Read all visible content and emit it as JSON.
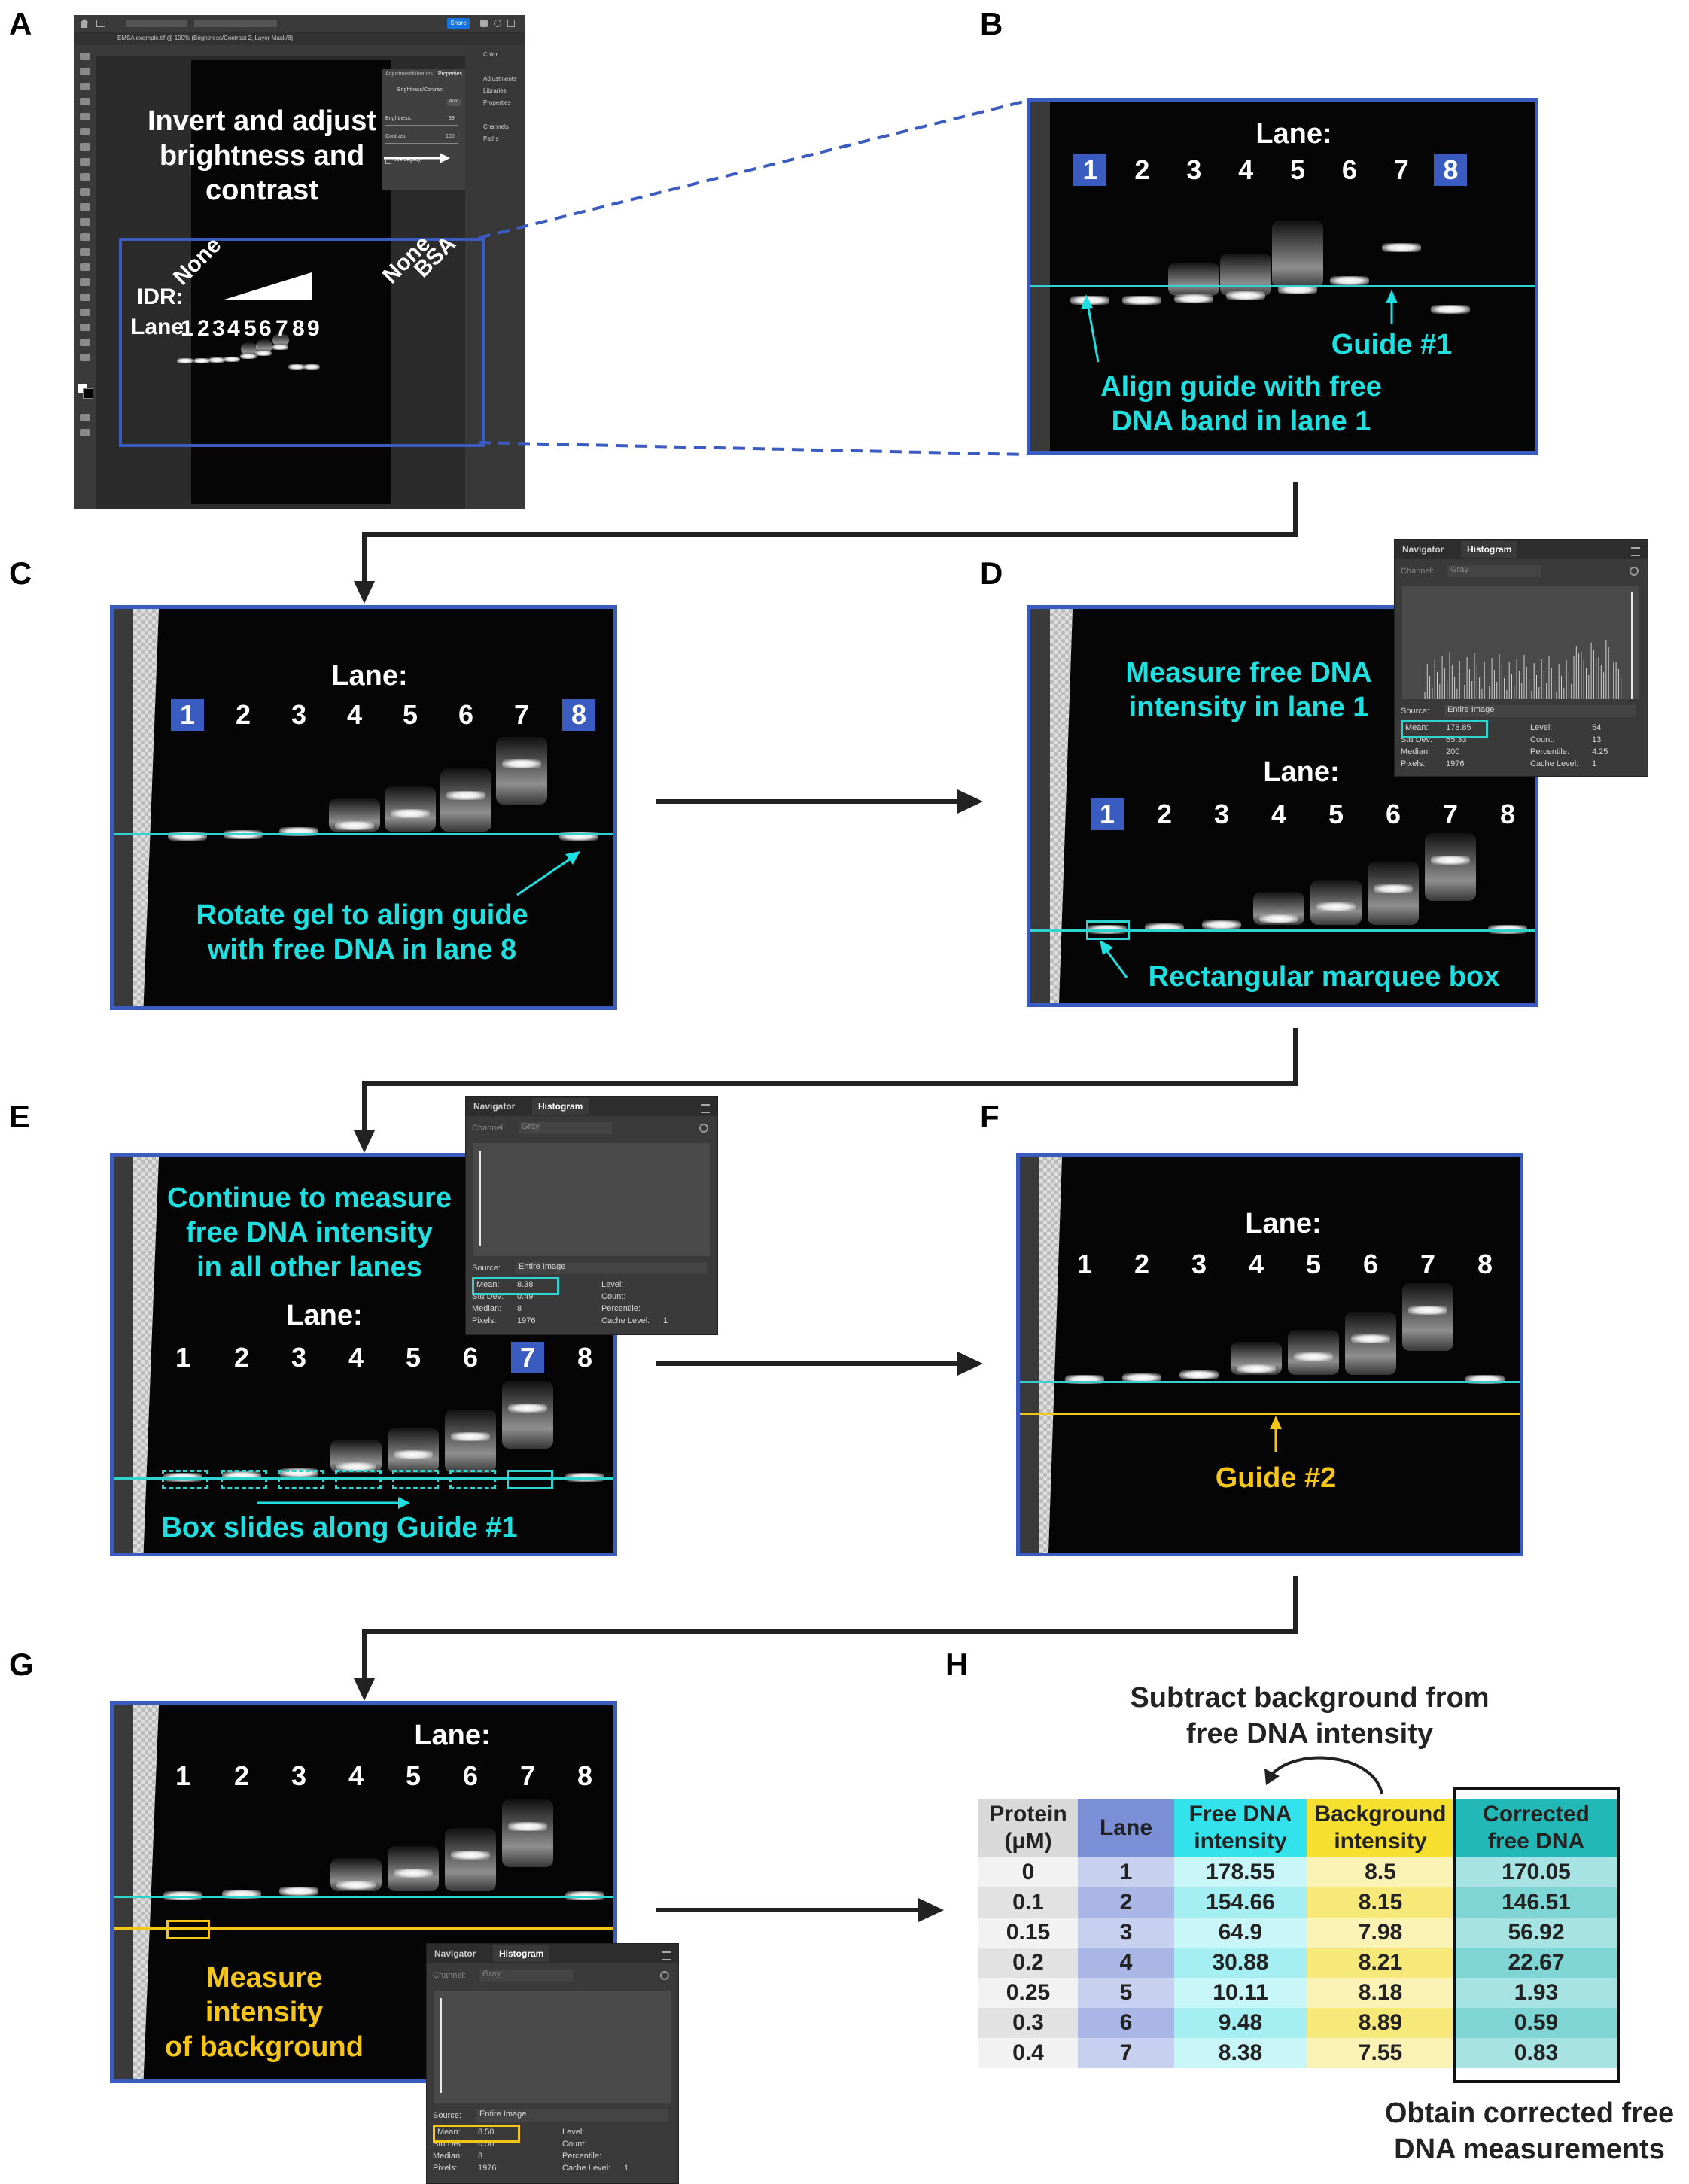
{
  "panel_labels": [
    "A",
    "B",
    "C",
    "D",
    "E",
    "F",
    "G",
    "H"
  ],
  "panelA": {
    "instruction": [
      "Invert and adjust",
      "brightness and",
      "contrast"
    ],
    "idr_label": "IDR:",
    "lane_label": "Lane:",
    "none_label": "None",
    "none_label_2": "None",
    "bsa_label": "BSA",
    "lanes": [
      "1",
      "2",
      "3",
      "4",
      "5",
      "6",
      "7",
      "8",
      "9"
    ],
    "ps_menu": {
      "share": "Share",
      "file_tab": "EMSA example.tif @ 100% (Brightness/Contrast 2, Layer Mask/8)"
    },
    "ps_right": [
      "Color",
      "Adjustments",
      "Libraries",
      "Properties",
      "Channels",
      "Paths"
    ],
    "ps_props": {
      "tabs": [
        "Adjustments",
        "Libraries",
        "Properties"
      ],
      "title": "Brightness/Contrast",
      "auto": "Auto",
      "brightness": "Brightness:",
      "brightness_val": "39",
      "contrast": "Contrast:",
      "contrast_val": "100",
      "legacy": "Use Legacy"
    }
  },
  "panelB": {
    "title": "Lane:",
    "lanes": [
      "1",
      "2",
      "3",
      "4",
      "5",
      "6",
      "7",
      "8"
    ],
    "guide_label": "Guide #1",
    "note": [
      "Align guide with free",
      "DNA band in lane 1"
    ]
  },
  "panelC": {
    "title": "Lane:",
    "lanes": [
      "1",
      "2",
      "3",
      "4",
      "5",
      "6",
      "7",
      "8"
    ],
    "note": [
      "Rotate gel to align guide",
      "with free DNA in lane 8"
    ]
  },
  "panelD": {
    "title": "Lane:",
    "lanes": [
      "1",
      "2",
      "3",
      "4",
      "5",
      "6",
      "7",
      "8"
    ],
    "note": [
      "Measure free DNA",
      "intensity in lane 1"
    ],
    "box_label": "Rectangular marquee box",
    "histogram": {
      "tabs": [
        "Navigator",
        "Histogram"
      ],
      "channel": "Channel:",
      "channel_val": "Gray",
      "source": "Source:",
      "source_val": "Entire Image",
      "mean": "Mean:",
      "mean_val": "178.85",
      "stddev": "Std Dev:",
      "stddev_val": "65.33",
      "median": "Median:",
      "median_val": "200",
      "pixels": "Pixels:",
      "pixels_val": "1976",
      "level": "Level:",
      "level_val": "54",
      "count": "Count:",
      "count_val": "13",
      "percentile": "Percentile:",
      "percentile_val": "4.25",
      "cache": "Cache Level:",
      "cache_val": "1"
    }
  },
  "panelE": {
    "note": [
      "Continue to measure",
      "free DNA intensity",
      "in all other lanes"
    ],
    "title": "Lane:",
    "lanes": [
      "1",
      "2",
      "3",
      "4",
      "5",
      "6",
      "7",
      "8"
    ],
    "slide_label": "Box slides along Guide #1",
    "histogram": {
      "tabs": [
        "Navigator",
        "Histogram"
      ],
      "channel": "Channel:",
      "channel_val": "Gray",
      "source": "Source:",
      "source_val": "Entire Image",
      "mean": "Mean:",
      "mean_val": "8.38",
      "stddev": "Std Dev:",
      "stddev_val": "0.49",
      "median": "Median:",
      "median_val": "8",
      "pixels": "Pixels:",
      "pixels_val": "1976",
      "level": "Level:",
      "count": "Count:",
      "percentile": "Percentile:",
      "cache": "Cache Level:",
      "cache_val": "1"
    }
  },
  "panelF": {
    "title": "Lane:",
    "lanes": [
      "1",
      "2",
      "3",
      "4",
      "5",
      "6",
      "7",
      "8"
    ],
    "guide_label": "Guide #2"
  },
  "panelG": {
    "title": "Lane:",
    "lanes": [
      "1",
      "2",
      "3",
      "4",
      "5",
      "6",
      "7",
      "8"
    ],
    "note": [
      "Measure intensity",
      "of background"
    ],
    "histogram": {
      "tabs": [
        "Navigator",
        "Histogram"
      ],
      "channel": "Channel:",
      "channel_val": "Gray",
      "source": "Source:",
      "source_val": "Entire Image",
      "mean": "Mean:",
      "mean_val": "8.50",
      "stddev": "Std Dev:",
      "stddev_val": "0.50",
      "median": "Median:",
      "median_val": "8",
      "pixels": "Pixels:",
      "pixels_val": "1976",
      "level": "Level:",
      "count": "Count:",
      "percentile": "Percentile:",
      "cache": "Cache Level:",
      "cache_val": "1"
    }
  },
  "panelH": {
    "heading": [
      "Subtract background from",
      "free DNA intensity"
    ],
    "footer": [
      "Obtain corrected free",
      "DNA measurements"
    ],
    "columns": [
      [
        "Protein",
        "(μM)"
      ],
      [
        "Lane"
      ],
      [
        "Free DNA",
        "intensity"
      ],
      [
        "Background",
        "intensity"
      ],
      [
        "Corrected",
        "free DNA"
      ]
    ],
    "rows": [
      [
        "0",
        "1",
        "178.55",
        "8.5",
        "170.05"
      ],
      [
        "0.1",
        "2",
        "154.66",
        "8.15",
        "146.51"
      ],
      [
        "0.15",
        "3",
        "64.9",
        "7.98",
        "56.92"
      ],
      [
        "0.2",
        "4",
        "30.88",
        "8.21",
        "22.67"
      ],
      [
        "0.25",
        "5",
        "10.11",
        "8.18",
        "1.93"
      ],
      [
        "0.3",
        "6",
        "9.48",
        "8.89",
        "0.59"
      ],
      [
        "0.4",
        "7",
        "8.38",
        "7.55",
        "0.83"
      ]
    ],
    "colors": {
      "protein_header": "#d9d9d9",
      "protein_odd": "#f2f2f2",
      "protein_even": "#e2e2e2",
      "lane_header": "#7b8fd6",
      "lane_odd": "#c8d0f0",
      "lane_even": "#aab6e6",
      "free_header": "#33e3ec",
      "free_odd": "#c9f6f8",
      "free_even": "#a5eff3",
      "bg_header": "#f6df2f",
      "bg_odd": "#fbf3b5",
      "bg_even": "#f7e87a",
      "corr_header": "#23b8b8",
      "corr_odd": "#a7e3e2",
      "corr_even": "#7fd5d3"
    }
  },
  "colors": {
    "frame": "#3a5bbf",
    "guide1": "#2fd3d0",
    "guide2": "#f5c518",
    "annotation_cyan": "#1fe0e0",
    "annotation_yellow": "#f5c518"
  }
}
